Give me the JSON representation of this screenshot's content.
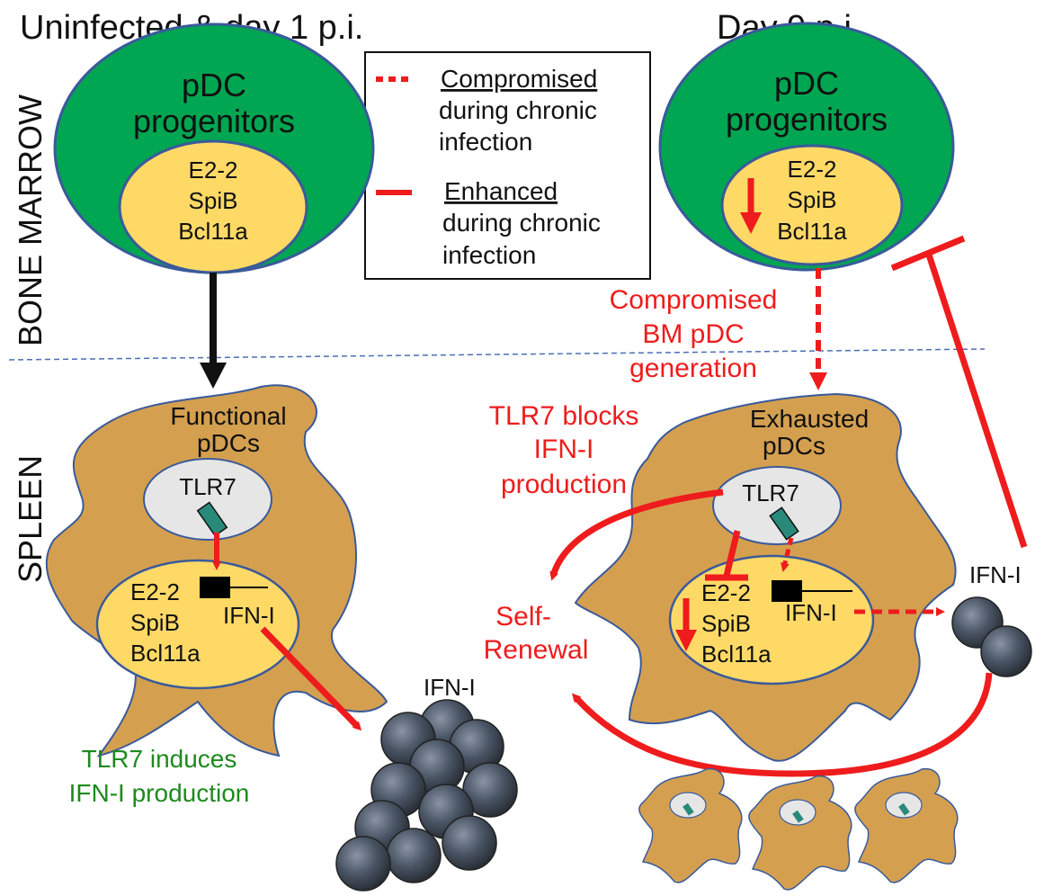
{
  "titles": {
    "left": "Uninfected & day 1 p.i.",
    "right": "Day 9 p.i."
  },
  "regions": {
    "bone_marrow": "BONE MARROW",
    "spleen": "SPLEEN"
  },
  "legend": {
    "dashed_title": "Compromised",
    "dashed_line2": "during chronic",
    "dashed_line3": "infection",
    "solid_title": "Enhanced",
    "solid_line2": "during chronic",
    "solid_line3": "infection"
  },
  "progenitors": {
    "line1": "pDC",
    "line2": "progenitors"
  },
  "factors": {
    "e2_2": "E2-2",
    "spib": "SpiB",
    "bcl11a": "Bcl11a"
  },
  "left_cell": {
    "label1": "Functional",
    "label2": "pDCs",
    "tlr7": "TLR7",
    "ifn_gene": "IFN-I",
    "ifn_out": "IFN-I",
    "green_note1": "TLR7 induces",
    "green_note2": "IFN-I production"
  },
  "right_cell": {
    "label1": "Exhausted",
    "label2": "pDCs",
    "tlr7": "TLR7",
    "ifn_gene": "IFN-I",
    "ifn_out": "IFN-I",
    "compromised1": "Compromised",
    "compromised2": "BM pDC",
    "compromised3": "generation",
    "blocks1": "TLR7 blocks",
    "blocks2": "IFN-I",
    "blocks3": "production",
    "self1": "Self-",
    "self2": "Renewal"
  },
  "colors": {
    "red": "#ee1c1c",
    "green_text": "#1d8a1d",
    "outer_green": "#00a651",
    "nucleus_yellow": "#ffd966",
    "cell_tan": "#d4a050",
    "outline_blue": "#3a5a9a",
    "ifn_ball": "#4a5565"
  }
}
